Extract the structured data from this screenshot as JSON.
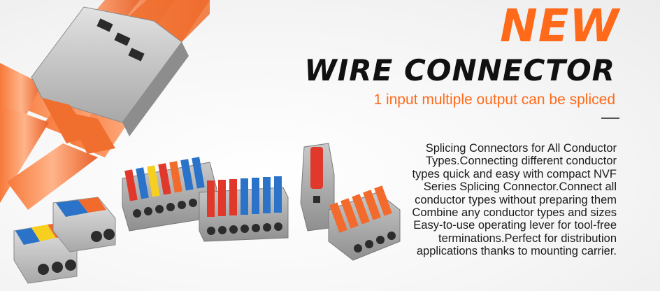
{
  "hero": {
    "title_new": "NEW",
    "title_main": "WIRE CONNECTOR",
    "subtitle": "1 input multiple output can be spliced"
  },
  "description_lines": [
    "Splicing Connectors for All Conductor",
    "Types.Connecting different conductor",
    "types quick and easy with compact NVF",
    "Series Splicing Connector.Connect all",
    "conductor types without preparing them",
    "Combine any conductor types and sizes",
    "Easy-to-use operating lever for tool-free",
    "terminations.Perfect for distribution",
    "applications thanks to mounting carrier."
  ],
  "colors": {
    "accent_orange": "#ff6a1a",
    "title_black": "#111111",
    "connector_gray": "#9a9a9a",
    "lever_orange": "#f26a2c",
    "lever_blue": "#2a73c9",
    "lever_yellow": "#f7cf1f",
    "lever_red": "#e0392b"
  },
  "icons": [
    "wire-connector-product-image"
  ]
}
